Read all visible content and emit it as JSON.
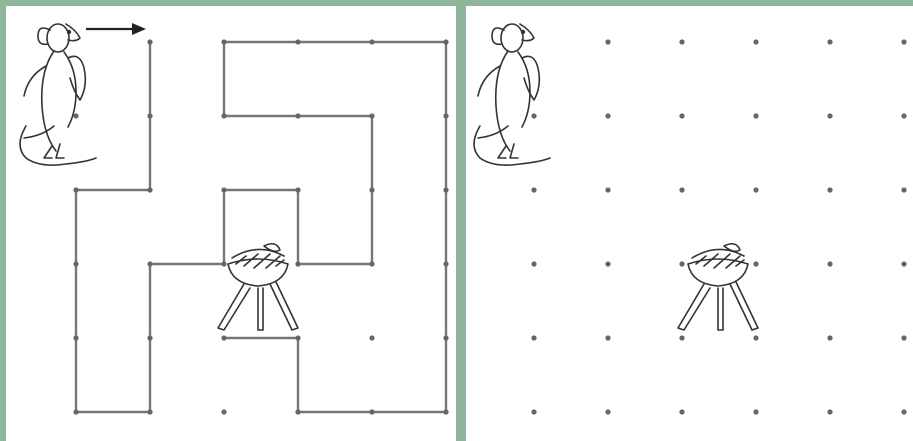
{
  "colors": {
    "frame": "#8fb59a",
    "panel": "#ffffff",
    "path": "#777777",
    "dot": "#666666",
    "sketch": "#333333"
  },
  "icons": {
    "mouse": "mouse-icon",
    "grill": "grill-icon",
    "arrow": "arrow-right-icon"
  },
  "grid": {
    "columns": 6,
    "rows": 6
  },
  "left_panel": {
    "start_cell": [
      0,
      0
    ],
    "route_segments": [
      [
        [
          1,
          0
        ],
        [
          1,
          2
        ]
      ],
      [
        [
          1,
          2
        ],
        [
          0,
          2
        ]
      ],
      [
        [
          0,
          2
        ],
        [
          0,
          5
        ]
      ],
      [
        [
          0,
          5
        ],
        [
          1,
          5
        ]
      ],
      [
        [
          1,
          5
        ],
        [
          1,
          3
        ]
      ],
      [
        [
          1,
          3
        ],
        [
          2,
          3
        ]
      ],
      [
        [
          2,
          3
        ],
        [
          2,
          2
        ]
      ],
      [
        [
          2,
          2
        ],
        [
          3,
          2
        ]
      ],
      [
        [
          3,
          2
        ],
        [
          3,
          3
        ]
      ],
      [
        [
          3,
          3
        ],
        [
          4,
          3
        ]
      ],
      [
        [
          4,
          3
        ],
        [
          4,
          1
        ]
      ],
      [
        [
          4,
          1
        ],
        [
          2,
          1
        ]
      ],
      [
        [
          2,
          1
        ],
        [
          2,
          0
        ]
      ],
      [
        [
          2,
          0
        ],
        [
          5,
          0
        ]
      ],
      [
        [
          5,
          0
        ],
        [
          5,
          5
        ]
      ],
      [
        [
          5,
          5
        ],
        [
          3,
          5
        ]
      ],
      [
        [
          3,
          5
        ],
        [
          3,
          4
        ]
      ],
      [
        [
          3,
          4
        ],
        [
          2,
          4
        ]
      ]
    ],
    "grill_cell": [
      2.5,
      3.5
    ]
  },
  "right_panel": {
    "grill_cell": [
      2.5,
      3.5
    ]
  }
}
